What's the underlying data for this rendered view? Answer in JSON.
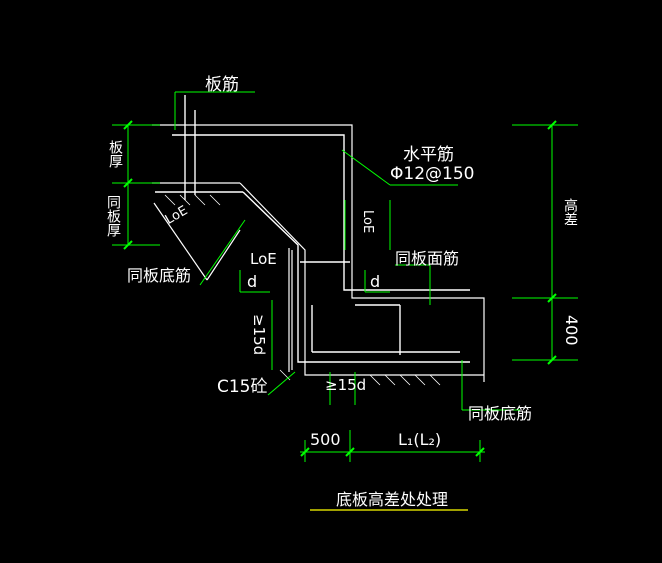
{
  "labels": {
    "slab_rebar": "板筋",
    "slab_thickness": "板厚",
    "same_slab_thickness": "同板厚",
    "horizontal_rebar": "水平筋",
    "horizontal_rebar_spec": "Φ12@150",
    "loe_1": "LoE",
    "loe_2": "LoE",
    "loe_3": "LoE",
    "same_slab_top_rebar": "同板面筋",
    "d_1": "d",
    "d_2": "d",
    "min_15d_1": "≥15d",
    "min_15d_2": "≥15d",
    "same_slab_bottom_rebar_left": "同板底筋",
    "same_slab_bottom_rebar_right": "同板底筋",
    "concrete": "C15砼",
    "height_diff": "高差",
    "dim_400": "400",
    "dim_500": "500",
    "dim_l1l2": "L₁(L₂)",
    "title": "底板高差处处理"
  },
  "colors": {
    "line": "#ffffff",
    "dimension": "#00ff00",
    "rebar": "#ffffff",
    "title_underline": "#ffff00"
  }
}
